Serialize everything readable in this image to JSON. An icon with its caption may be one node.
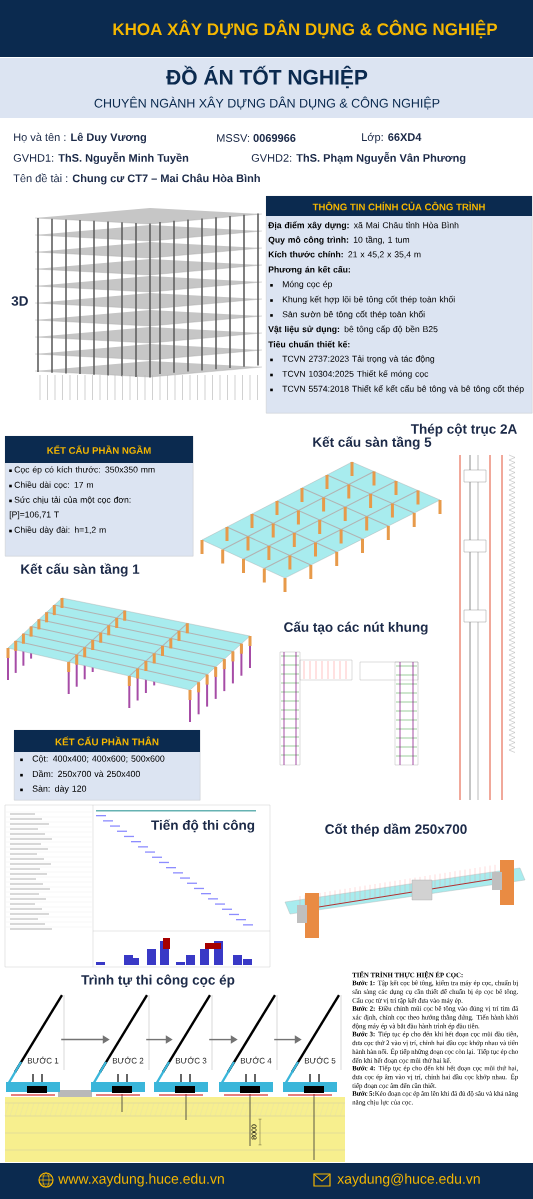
{
  "diagram": {
    "title": "ĐỒ ÁN TỐT NGHIỆP",
    "nodes": [
      {
        "text": [
          "THÔNG TIN CHÍNH CỦA CÔNG TRÌNH",
          "**Địa điểm xây dựng:** xã Mai Châu tỉnh Hòa Bình",
          "**Quy mô công trình:** 10 tầng, 1 tum",
          "**Kích thước chính:** 21 x 45,2 x 35,4 m",
          "**Phương án kết cấu:**",
          "Móng cọc ép",
          "Khung kết hợp lõi bê tông cốt thép toàn khối",
          "Sàn sườn bê tông cốt thép toàn khối",
          "**Vật liệu sử dụng:** bê tông cấp độ bền B25",
          "**Tiêu chuẩn thiết kế:**",
          "TCVN 2737:2023 Tải trọng và tác động",
          "TCVN 10304:2025 Thiết kế móng cọc",
          "TCVN 5574:2018 Thiết kế kết cấu bê tông và bê tông cốt thép"
        ]
      },
      {
        "text": [
          "KẾT CẤU PHẦN NGẦM",
          "Cọc ép có kích thước: 350x350 mm",
          "Chiều dài cọc: 17 m",
          "Sức chịu tải của một cọc đơn: [P]=106,71 T",
          "Chiều dày đài: h=1,2 m"
        ]
      },
      {
        "text": [
          "KẾT CẤU PHẦN THÂN",
          "Cột: 400x400; 400x600; 500x600",
          "Dầm: 250x700 và 250x400",
          "Sàn: dày 120"
        ]
      },
      {
        "text": [
          "BƯỚC 1"
        ]
      },
      {
        "text": [
          "BƯỚC 2"
        ]
      },
      {
        "text": [
          "BƯỚC 3"
        ]
      },
      {
        "text": [
          "BƯỚC 4"
        ]
      },
      {
        "text": [
          "BƯỚC 5"
        ]
      }
    ],
    "edges": [
      {
        "from": 3,
        "to": 4,
        "arrow": "to"
      },
      {
        "from": 4,
        "to": 5,
        "arrow": "to"
      },
      {
        "from": 5,
        "to": 6,
        "arrow": "to"
      },
      {
        "from": 6,
        "to": 7,
        "arrow": "to"
      }
    ],
    "labels": [
      "KHOA XÂY DỰNG DÂN DỤNG & CÔNG NGHIỆP",
      "CHUYÊN NGÀNH XÂY DỰNG DÂN DỤNG & CÔNG NGHIỆP",
      "Họ và tên : **Lê Duy Vương**",
      "MSSV: **0069966**",
      "Lớp: **66XD4**",
      "GVHD1: **ThS. Nguyễn Minh Tuyền**",
      "GVHD2: **ThS. Phạm Nguyễn Vân Phương**",
      "Tên đề tài : **Chung cư CT7 – Mai Châu Hòa Bình**",
      "3D",
      "Kết cấu sàn tầng 5",
      "Thép cột trục 2A",
      "Kết cấu sàn tầng 1",
      "Cấu tạo các nút khung",
      "Tiến độ thi công",
      "Cốt thép dầm 250x700",
      "Trình tự thi công cọc ép",
      "8000",
      "TIẾN TRÌNH THỰC HIỆN ÉP CỌC:",
      "**Bước 1:** Tập kết cọc bê tông, kiểm tra máy ép cọc, chuẩn bị sẵn sàng các dụng cụ cần thiết để chuẩn bị ép cọc bê tông. Cẩu cọc từ vị trí tập kết đưa vào máy ép.",
      "**Bước 2:** Điều chỉnh mũi cọc bê tông vào đúng vị trí tim đã xác định, chỉnh cọc theo hướng thẳng đứng. Tiến hành khởi động máy ép và bắt đầu hành trình ép đầu tiên.",
      "**Bước 3:** Tiếp tục ép cho đến khi hết đoạn cọc mũi đầu tiên, đưa cọc thứ 2 vào vị trí, chỉnh hai đầu cọc khớp nhau và tiến hành hàn nối. Ép tiếp những đoạn cọc còn lại. Tiếp tục ép cho đến khi hết đoạn cọc mũi thứ hai kế.",
      "**Bước 4:** Tiếp tục ép cho đến khi hết đoạn cọc mũi thứ hai, đưa cọc ép âm vào vị trí, chỉnh hai đầu cọc khớp nhau. Ép tiếp đoạn cọc âm đến cần thiết.",
      "**Bước 5:**Kéo đoạn cọc ép âm lên khi đã đủ độ sâu và khả năng năng chịu lực của cọc.",
      "www.xaydung.huce.edu.vn",
      "xaydung@huce.edu.vn"
    ]
  }
}
